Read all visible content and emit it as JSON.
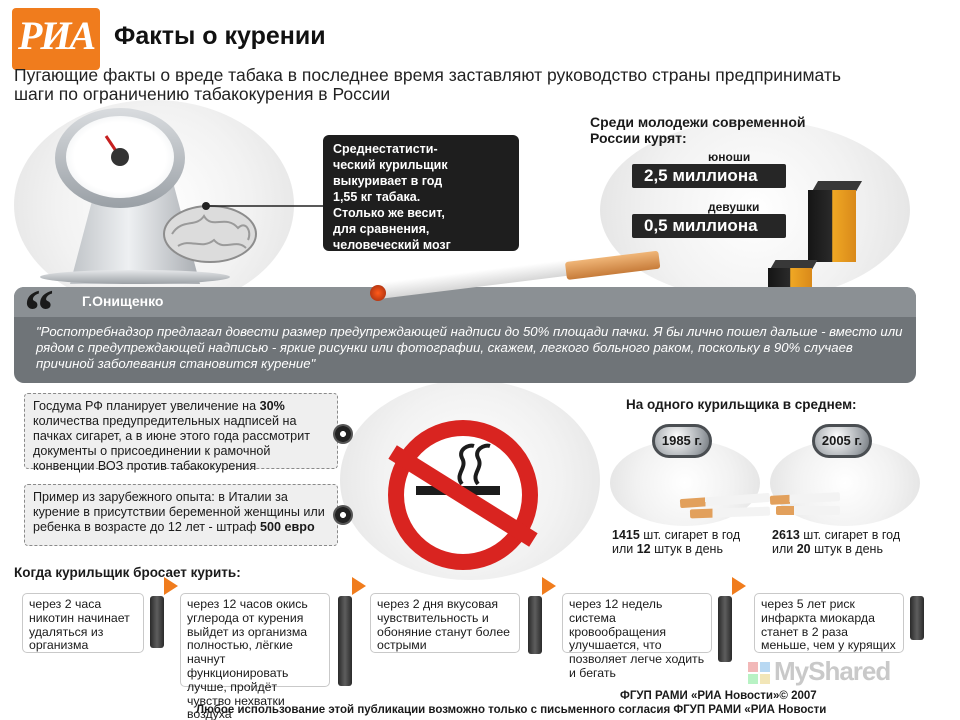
{
  "header": {
    "logo_text": "РИА",
    "title": "Факты о курении",
    "intro": "Пугающие факты о вреде табака в последнее время заставляют руководство страны предпринимать шаги по ограничению табакокурения в России"
  },
  "tobacco_fact": {
    "text": "Среднестатисти-\nческий курильщик\nвыкуривает в год\n1,55 кг табака.\nСтолько же весит,\nдля сравнения,\nчеловеческий мозг"
  },
  "youth": {
    "heading": "Среди молодежи современной\nРоссии курят:",
    "boys_label": "юноши",
    "boys_value": "2,5 миллиона",
    "girls_label": "девушки",
    "girls_value": "0,5 миллиона"
  },
  "quote": {
    "mark": "“",
    "author": "Г.Онищенко",
    "text": "\"Роспотребнадзор предлагал довести размер предупреждающей надписи до 50% площади пачки. Я бы лично пошел дальше - вместо или рядом с предупреждающей надписью - яркие рисунки или фотографии, скажем, легкого больного раком, поскольку в 90% случаев причиной заболевания становится курение\""
  },
  "info": {
    "duma_pre": "Госдума РФ планирует увеличение на ",
    "duma_bold": "30%",
    "duma_post": " количества предупредительных надписей на пачках сигарет, а в июне этого года рассмотрит документы о присоединении к рамочной конвенции ВОЗ против табакокурения",
    "italy_pre": "Пример из зарубежного опыта: в Италии за курение в присутствии беременной женщины или ребенка в возрасте до 12 лет - штраф ",
    "italy_bold": "500 евро"
  },
  "average": {
    "heading": "На одного курильщика в среднем:",
    "year_1": "1985 г.",
    "year_2": "2005 г.",
    "stat_1_count": "1415",
    "stat_1_mid": " шт. сигарет в год или ",
    "stat_1_day": "12",
    "stat_1_end": " штук в день",
    "stat_2_count": "2613",
    "stat_2_mid": " шт. сигарет в год или ",
    "stat_2_day": "20",
    "stat_2_end": " штук в день"
  },
  "quit": {
    "heading": "Когда курильщик  бросает курить:",
    "steps": [
      "через 2 часа никотин начинает удаляться из организма",
      "через 12 часов окись углерода от курения выйдет из организма полностью, лёгкие начнут функционировать лучше, пройдёт чувство нехватки воздуха",
      "через 2 дня вкусовая чувствительность и обоняние станут более острыми",
      "через 12 недель система кровообращения улучшается, что позволяет легче ходить и бегать",
      "через 5 лет риск инфаркта миокарда станет в 2 раза меньше, чем у курящих"
    ]
  },
  "watermark": "MyShared",
  "footer": {
    "line_1": "ФГУП РАМИ «РИА Новости»© 2007",
    "line_2": "Любое использование этой публикации возможно только с письменного согласия ФГУП РАМИ «РИА Новости"
  },
  "colors": {
    "accent_orange": "#f07c1d",
    "no_smoking_red": "#d92420",
    "dark_panel": "#1e1e1e",
    "quote_panel": "#6f7478"
  }
}
